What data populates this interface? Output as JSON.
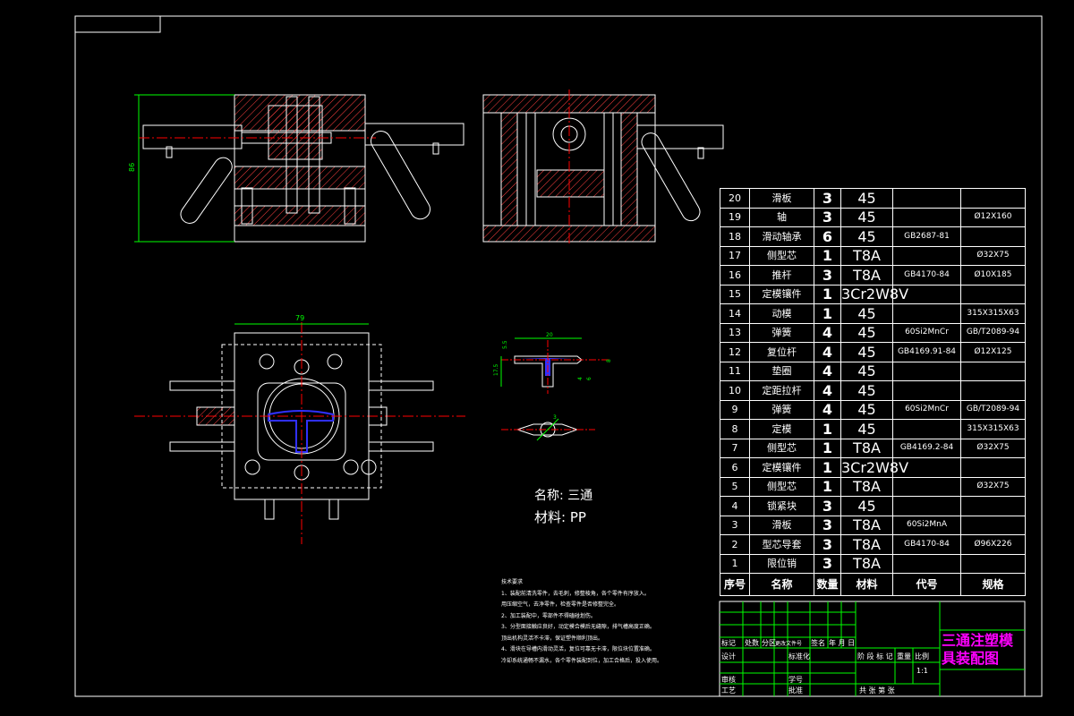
{
  "dimensions": {
    "height": "86",
    "width": "79",
    "small_a": "5.5",
    "small_b": "17.5",
    "small_c": "20",
    "small_d": "8",
    "small_e": "4",
    "small_f": "6",
    "small_g": "3"
  },
  "part": {
    "name_label": "名称:",
    "name": "三通",
    "material_label": "材料:",
    "material": "PP"
  },
  "notes": {
    "title": "技术要求",
    "lines": [
      "1、装配前清洗零件，去毛刺，修整棱角，各个零件有序放入。",
      "   用压缩空气，去净零件，检查零件是否修整完全。",
      "2、加工装配中，零部件不得磕碰划伤。",
      "3、分型面接触应良好，动定模合模后无缝隙，排气槽高度正确。",
      "   顶出机构灵活不卡滞，保证塑件顺利顶出。",
      "4、滑块在导槽内滑动灵活，复位可靠无卡滞，限位块位置准确。",
      "   冷却系统通畅不漏水，各个零件装配到位，加工合格后，投入使用。"
    ]
  },
  "bom": {
    "header": {
      "no": "序号",
      "name": "名称",
      "qty": "数量",
      "mat": "材料",
      "code": "代号",
      "spec": "规格"
    },
    "rows": [
      {
        "no": "20",
        "name": "滑板",
        "qty": "3",
        "mat": "45",
        "code": "",
        "spec": ""
      },
      {
        "no": "19",
        "name": "轴",
        "qty": "3",
        "mat": "45",
        "code": "",
        "spec": "Ø12X160"
      },
      {
        "no": "18",
        "name": "滑动轴承",
        "qty": "6",
        "mat": "45",
        "code": "GB2687-81",
        "spec": ""
      },
      {
        "no": "17",
        "name": "侧型芯",
        "qty": "1",
        "mat": "T8A",
        "code": "",
        "spec": "Ø32X75"
      },
      {
        "no": "16",
        "name": "推杆",
        "qty": "3",
        "mat": "T8A",
        "code": "GB4170-84",
        "spec": "Ø10X185"
      },
      {
        "no": "15",
        "name": "定模镶件",
        "qty": "1",
        "mat": "3Cr2W8V",
        "code": "",
        "spec": ""
      },
      {
        "no": "14",
        "name": "动模",
        "qty": "1",
        "mat": "45",
        "code": "",
        "spec": "315X315X63"
      },
      {
        "no": "13",
        "name": "弹簧",
        "qty": "4",
        "mat": "45",
        "code": "60Si2MnCr",
        "spec": "GB/T2089-94"
      },
      {
        "no": "12",
        "name": "复位杆",
        "qty": "4",
        "mat": "45",
        "code": "GB4169.91-84",
        "spec": "Ø12X125"
      },
      {
        "no": "11",
        "name": "垫圈",
        "qty": "4",
        "mat": "45",
        "code": "",
        "spec": ""
      },
      {
        "no": "10",
        "name": "定距拉杆",
        "qty": "4",
        "mat": "45",
        "code": "",
        "spec": ""
      },
      {
        "no": "9",
        "name": "弹簧",
        "qty": "4",
        "mat": "45",
        "code": "60Si2MnCr",
        "spec": "GB/T2089-94"
      },
      {
        "no": "8",
        "name": "定模",
        "qty": "1",
        "mat": "45",
        "code": "",
        "spec": "315X315X63"
      },
      {
        "no": "7",
        "name": "侧型芯",
        "qty": "1",
        "mat": "T8A",
        "code": "GB4169.2-84",
        "spec": "Ø32X75"
      },
      {
        "no": "6",
        "name": "定模镶件",
        "qty": "1",
        "mat": "3Cr2W8V",
        "code": "",
        "spec": ""
      },
      {
        "no": "5",
        "name": "侧型芯",
        "qty": "1",
        "mat": "T8A",
        "code": "",
        "spec": "Ø32X75"
      },
      {
        "no": "4",
        "name": "锁紧块",
        "qty": "3",
        "mat": "45",
        "code": "",
        "spec": ""
      },
      {
        "no": "3",
        "name": "滑板",
        "qty": "3",
        "mat": "T8A",
        "code": "60Si2MnA",
        "spec": ""
      },
      {
        "no": "2",
        "name": "型芯导套",
        "qty": "3",
        "mat": "T8A",
        "code": "GB4170-84",
        "spec": "Ø96X226"
      },
      {
        "no": "1",
        "name": "限位销",
        "qty": "3",
        "mat": "T8A",
        "code": "",
        "spec": ""
      }
    ]
  },
  "title_block": {
    "title_line1": "三通注塑模",
    "title_line2": "具装配图",
    "labels": {
      "mark": "标记",
      "count": "处数",
      "zone": "分区",
      "doc": "更改文件号",
      "sign": "签名",
      "date": "年 月 日",
      "design": "设计",
      "standard": "标准化",
      "stage_mark": "阶 段 标 记",
      "weight": "重量",
      "scale": "比例",
      "review": "审核",
      "student_no": "学号",
      "craft": "工艺",
      "approve": "批准",
      "scale_value": "1:1",
      "sheets": "共    张   第    张"
    }
  },
  "colors": {
    "line": "#ffffff",
    "outline": "#00ff00",
    "hatch": "#ff4040",
    "center": "#ff0000",
    "cavity": "#3030ff",
    "dim": "#00ff00",
    "title": "#ff00ff"
  }
}
